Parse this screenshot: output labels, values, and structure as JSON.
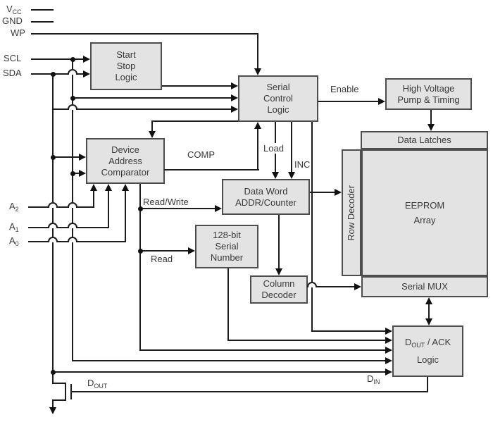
{
  "pins": {
    "vcc": {
      "base": "V",
      "sub": "CC"
    },
    "gnd": "GND",
    "wp": "WP",
    "scl": "SCL",
    "sda": "SDA",
    "a2": {
      "base": "A",
      "sub": "2"
    },
    "a1": {
      "base": "A",
      "sub": "1"
    },
    "a0": {
      "base": "A",
      "sub": "0"
    },
    "dout": {
      "base": "D",
      "sub": "OUT"
    },
    "din": {
      "base": "D",
      "sub": "IN"
    }
  },
  "blocks": {
    "start_stop": [
      "Start",
      "Stop",
      "Logic"
    ],
    "serial_control": [
      "Serial",
      "Control",
      "Logic"
    ],
    "hv_pump": [
      "High Voltage",
      "Pump & Timing"
    ],
    "device_addr": [
      "Device",
      "Address",
      "Comparator"
    ],
    "data_word": [
      "Data Word",
      "ADDR/Counter"
    ],
    "serial_number": [
      "128-bit",
      "Serial",
      "Number"
    ],
    "column_decoder": [
      "Column",
      "Decoder"
    ],
    "data_latches": "Data Latches",
    "row_decoder": "Row Decoder",
    "eeprom": [
      "EEPROM",
      "Array"
    ],
    "serial_mux": "Serial MUX",
    "dout_ack": {
      "base": "D",
      "sub": "OUT",
      "rest": " / ACK",
      "line2": "Logic"
    }
  },
  "signals": {
    "enable": "Enable",
    "comp": "COMP",
    "load": "Load",
    "inc": "INC",
    "read_write": "Read/Write",
    "read": "Read"
  },
  "colors": {
    "background": "#ffffff",
    "box_fill": "#e3e3e3",
    "box_border": "#4d4d4d",
    "wire": "#1c1c1c",
    "text": "#3a3a3a"
  }
}
